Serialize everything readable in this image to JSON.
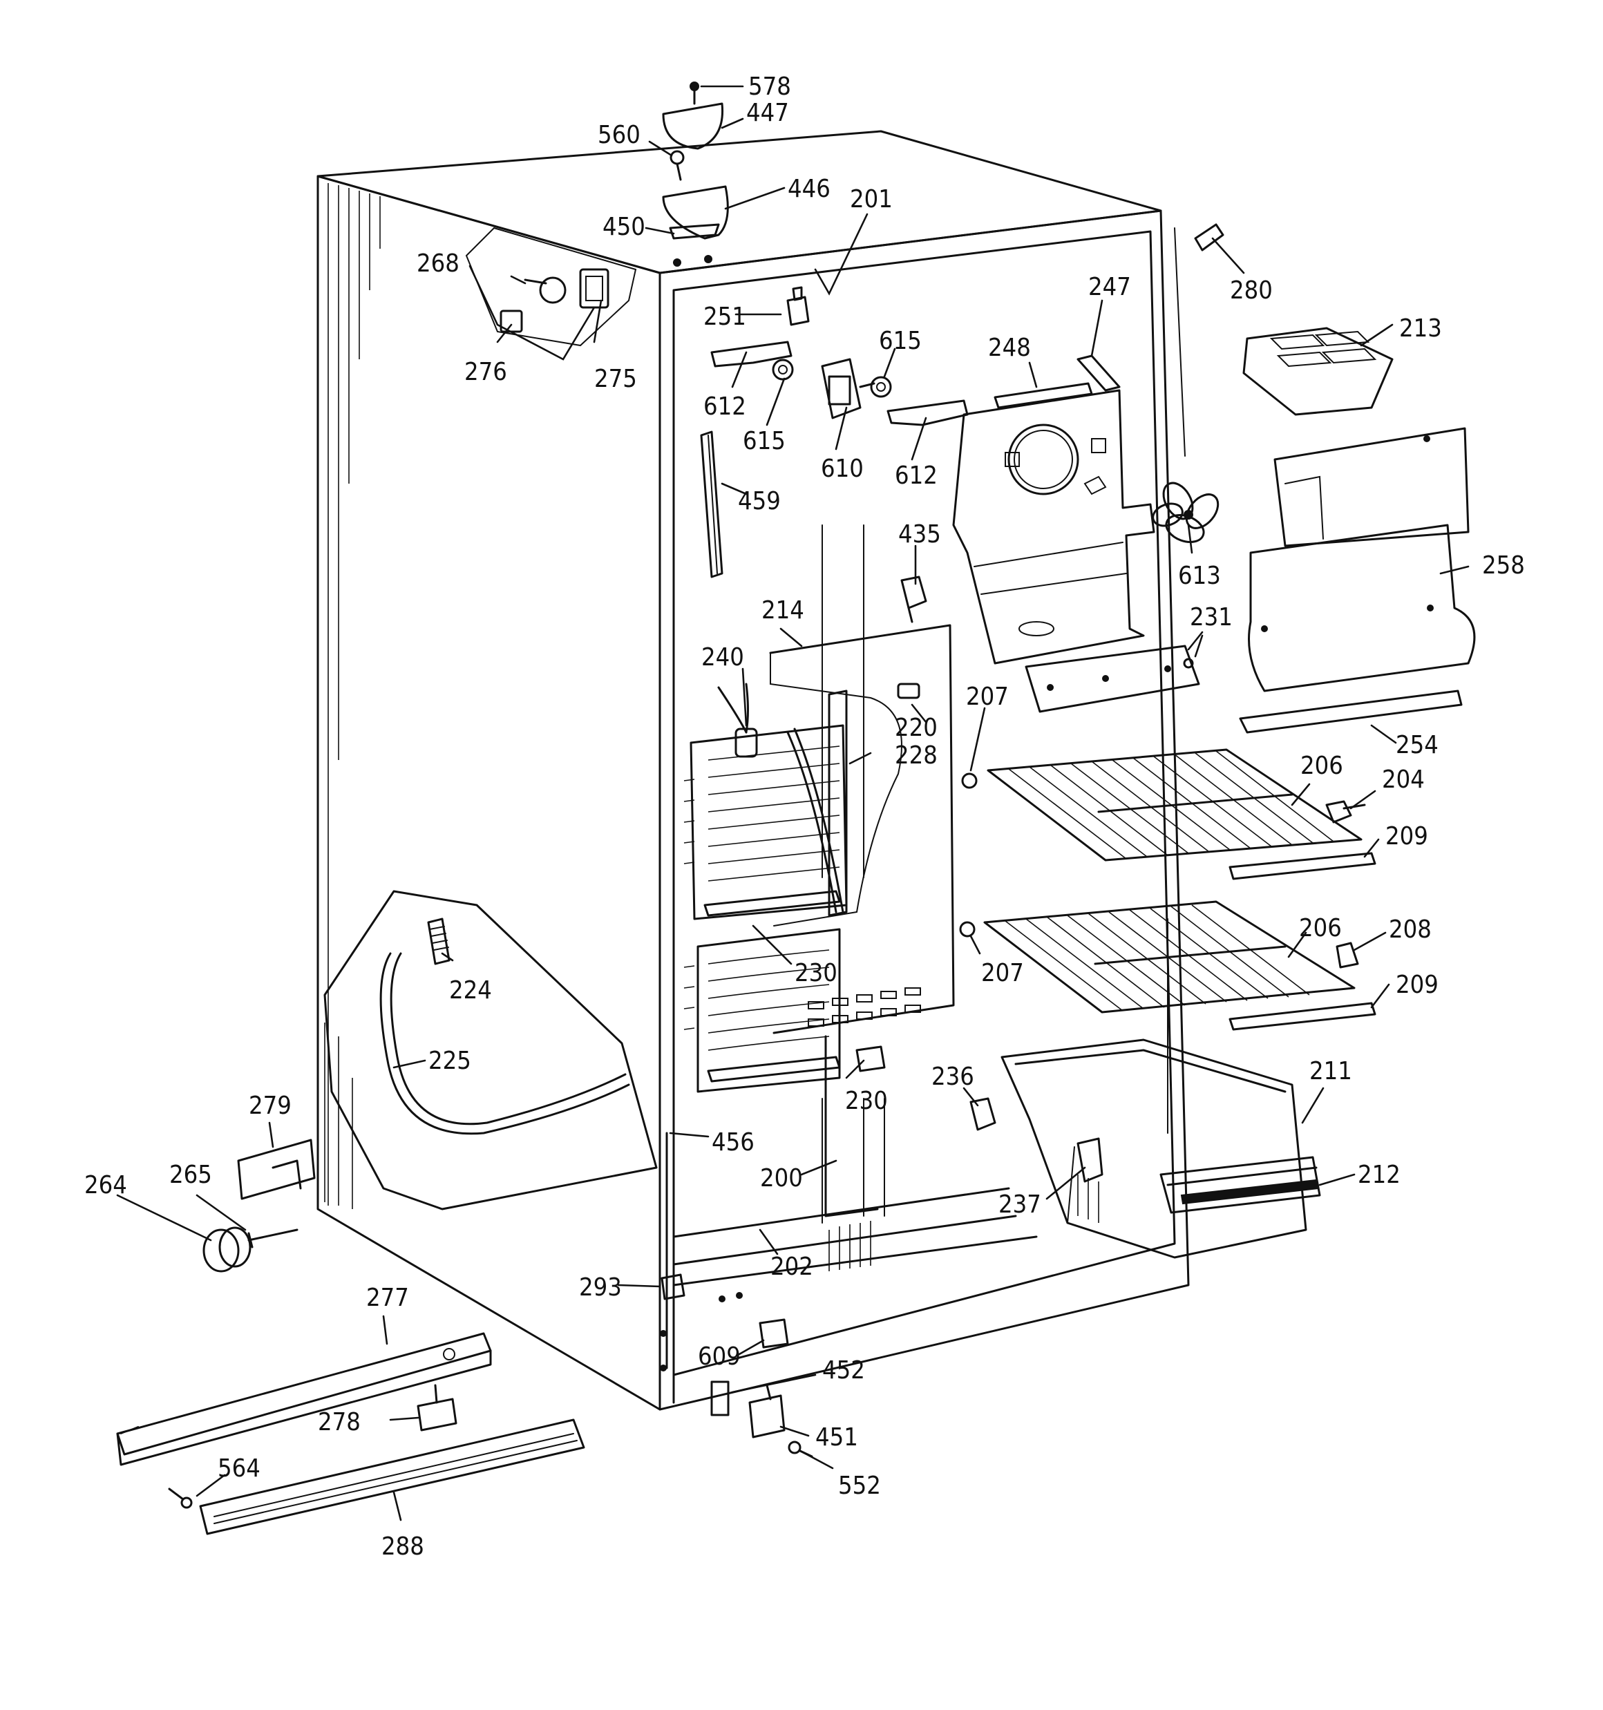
{
  "callouts": [
    {
      "id": "c578",
      "label": "578"
    },
    {
      "id": "c447",
      "label": "447"
    },
    {
      "id": "c560",
      "label": "560"
    },
    {
      "id": "c446",
      "label": "446"
    },
    {
      "id": "c450",
      "label": "450"
    },
    {
      "id": "c201",
      "label": "201"
    },
    {
      "id": "c268",
      "label": "268"
    },
    {
      "id": "c280",
      "label": "280"
    },
    {
      "id": "c247",
      "label": "247"
    },
    {
      "id": "c251",
      "label": "251"
    },
    {
      "id": "c248",
      "label": "248"
    },
    {
      "id": "c213",
      "label": "213"
    },
    {
      "id": "c276",
      "label": "276"
    },
    {
      "id": "c275",
      "label": "275"
    },
    {
      "id": "c615a",
      "label": "615"
    },
    {
      "id": "c612a",
      "label": "612"
    },
    {
      "id": "c615b",
      "label": "615"
    },
    {
      "id": "c610",
      "label": "610"
    },
    {
      "id": "c612b",
      "label": "612"
    },
    {
      "id": "c459",
      "label": "459"
    },
    {
      "id": "c435",
      "label": "435"
    },
    {
      "id": "c613",
      "label": "613"
    },
    {
      "id": "c258",
      "label": "258"
    },
    {
      "id": "c214",
      "label": "214"
    },
    {
      "id": "c231",
      "label": "231"
    },
    {
      "id": "c240",
      "label": "240"
    },
    {
      "id": "c207a",
      "label": "207"
    },
    {
      "id": "c220",
      "label": "220"
    },
    {
      "id": "c228",
      "label": "228"
    },
    {
      "id": "c254",
      "label": "254"
    },
    {
      "id": "c206a",
      "label": "206"
    },
    {
      "id": "c204",
      "label": "204"
    },
    {
      "id": "c209a",
      "label": "209"
    },
    {
      "id": "c206b",
      "label": "206"
    },
    {
      "id": "c208",
      "label": "208"
    },
    {
      "id": "c230a",
      "label": "230"
    },
    {
      "id": "c207b",
      "label": "207"
    },
    {
      "id": "c209b",
      "label": "209"
    },
    {
      "id": "c224",
      "label": "224"
    },
    {
      "id": "c225",
      "label": "225"
    },
    {
      "id": "c211",
      "label": "211"
    },
    {
      "id": "c236",
      "label": "236"
    },
    {
      "id": "c279",
      "label": "279"
    },
    {
      "id": "c230b",
      "label": "230"
    },
    {
      "id": "c456",
      "label": "456"
    },
    {
      "id": "c212",
      "label": "212"
    },
    {
      "id": "c264",
      "label": "264"
    },
    {
      "id": "c265",
      "label": "265"
    },
    {
      "id": "c200",
      "label": "200"
    },
    {
      "id": "c237",
      "label": "237"
    },
    {
      "id": "c202",
      "label": "202"
    },
    {
      "id": "c293",
      "label": "293"
    },
    {
      "id": "c277",
      "label": "277"
    },
    {
      "id": "c609",
      "label": "609"
    },
    {
      "id": "c452",
      "label": "452"
    },
    {
      "id": "c278",
      "label": "278"
    },
    {
      "id": "c451",
      "label": "451"
    },
    {
      "id": "c564",
      "label": "564"
    },
    {
      "id": "c552",
      "label": "552"
    },
    {
      "id": "c288",
      "label": "288"
    }
  ]
}
